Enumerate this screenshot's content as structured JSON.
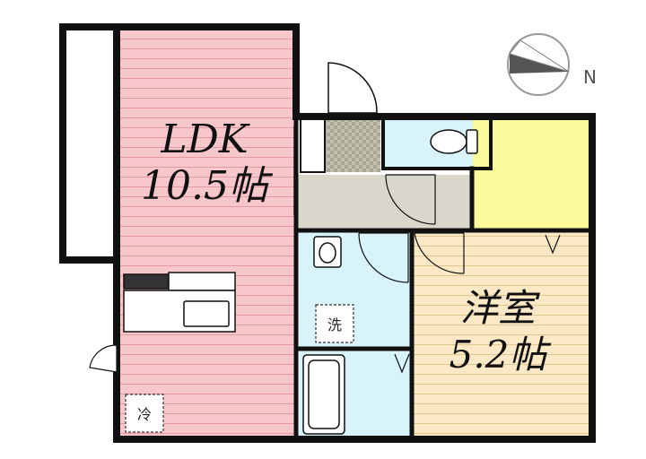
{
  "rooms": {
    "ldk": {
      "name": "LDK",
      "size": "10.5帖",
      "color": "#f7c7cb"
    },
    "western_room": {
      "name": "洋室",
      "size": "5.2帖",
      "color": "#fbe8c6"
    },
    "closet": {
      "color": "#fbfb9c"
    },
    "toilet": {
      "color": "#d9f3fb"
    },
    "bathroom": {
      "color": "#d9f3fb"
    },
    "washroom": {
      "color": "#d9f3fb"
    },
    "hallway": {
      "color": "#d9d6cc"
    },
    "entrance": {
      "color": "#c8c4b6"
    },
    "balcony": {
      "color": "#ffffff"
    }
  },
  "fixtures": {
    "washer": {
      "label": "洗"
    },
    "fridge": {
      "label": "冷"
    }
  },
  "compass": {
    "direction_label": "N",
    "icon": "compass-icon"
  },
  "colors": {
    "wall": "#111111",
    "stripe": "#e08f98",
    "stripe_yellow": "#e6c98f"
  }
}
